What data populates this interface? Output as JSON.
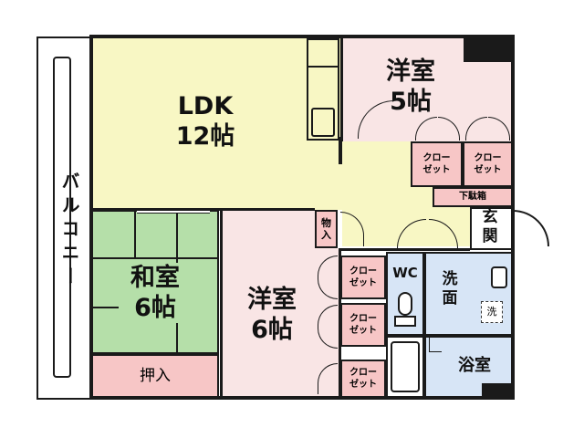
{
  "colors": {
    "ldk": "#f8f7c4",
    "western": "#f9e5e5",
    "japanese": "#b5dfa9",
    "wet": "#d7e5f6",
    "closet": "#f7c6c6",
    "wall": "#1a1a1a",
    "balcony": "#ffffff"
  },
  "rooms": {
    "ldk": {
      "name": "LDK",
      "size": "12帖"
    },
    "western_top": {
      "name": "洋室",
      "size": "5帖"
    },
    "western_bottom": {
      "name": "洋室",
      "size": "6帖"
    },
    "japanese": {
      "name": "和室",
      "size": "6帖"
    },
    "oshiire": "押入",
    "closet_label": "クロー\nゼット",
    "shoebox": "下駄箱",
    "storage": "物\n入",
    "entrance": "玄\n関",
    "wc": "WC",
    "washroom": "洗\n面",
    "washer": "洗",
    "bath": "浴室",
    "balcony": "バルコニー"
  }
}
